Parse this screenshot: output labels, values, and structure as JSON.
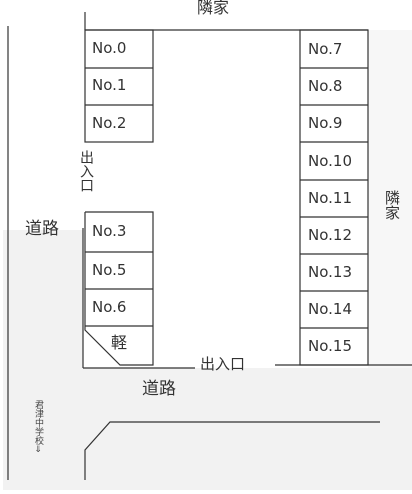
{
  "labels": {
    "neighbor_top": "隣家",
    "neighbor_right": "隣家",
    "road_left": "道路",
    "road_bottom": "道路",
    "entrance_left": "出入口",
    "entrance_bottom": "出入口",
    "kei": "軽",
    "school": "君津中学校⇓"
  },
  "slots": {
    "left_top": [
      "No.0",
      "No.1",
      "No.2"
    ],
    "left_bottom": [
      "No.3",
      "No.5",
      "No.6"
    ],
    "right": [
      "No.7",
      "No.8",
      "No.9",
      "No.10",
      "No.11",
      "No.12",
      "No.13",
      "No.14",
      "No.15"
    ]
  }
}
